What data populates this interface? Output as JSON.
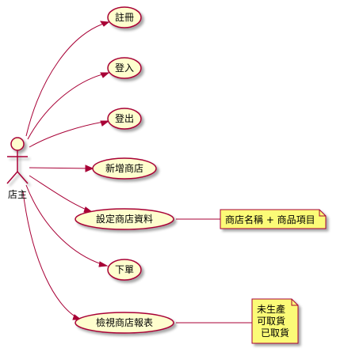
{
  "actor": {
    "name": "店主"
  },
  "use_cases": [
    {
      "id": "uc1",
      "label": "註冊"
    },
    {
      "id": "uc2",
      "label": "登入"
    },
    {
      "id": "uc3",
      "label": "登出"
    },
    {
      "id": "uc4",
      "label": "新增商店"
    },
    {
      "id": "uc5",
      "label": "設定商店資料"
    },
    {
      "id": "uc6",
      "label": "下單"
    },
    {
      "id": "uc7",
      "label": "檢視商店報表"
    }
  ],
  "notes": [
    {
      "id": "n1",
      "attached_to": "uc5",
      "lines": [
        "商店名稱 + 商品項目"
      ]
    },
    {
      "id": "n2",
      "attached_to": "uc7",
      "lines": [
        "未生產",
        "可取貨",
        "已取貨"
      ]
    }
  ],
  "colors": {
    "usecase_fill": "#FEFECE",
    "usecase_stroke": "#A80036",
    "line": "#A80036",
    "note_fill": "#FBFB77",
    "note_stroke": "#A80036",
    "text": "#000000"
  }
}
